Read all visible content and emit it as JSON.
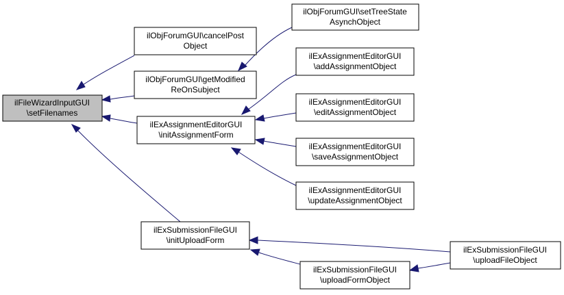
{
  "colors": {
    "edge": "#191970",
    "root_fill": "#bfbfbf",
    "node_fill": "#ffffff",
    "border": "#000000"
  },
  "nodes": {
    "set_filenames": [
      "ilFileWizardInputGUI",
      "\\setFilenames"
    ],
    "cancel_post": [
      "ilObjForumGUI\\cancelPost",
      "Object"
    ],
    "get_modified": [
      "ilObjForumGUI\\getModified",
      "ReOnSubject"
    ],
    "set_tree_state": [
      "ilObjForumGUI\\setTreeState",
      "AsynchObject"
    ],
    "init_assignment_form": [
      "ilExAssignmentEditorGUI",
      "\\initAssignmentForm"
    ],
    "add_assignment": [
      "ilExAssignmentEditorGUI",
      "\\addAssignmentObject"
    ],
    "edit_assignment": [
      "ilExAssignmentEditorGUI",
      "\\editAssignmentObject"
    ],
    "save_assignment": [
      "ilExAssignmentEditorGUI",
      "\\saveAssignmentObject"
    ],
    "update_assignment": [
      "ilExAssignmentEditorGUI",
      "\\updateAssignmentObject"
    ],
    "init_upload_form": [
      "ilExSubmissionFileGUI",
      "\\initUploadForm"
    ],
    "upload_form": [
      "ilExSubmissionFileGUI",
      "\\uploadFormObject"
    ],
    "upload_file": [
      "ilExSubmissionFileGUI",
      "\\uploadFileObject"
    ]
  }
}
